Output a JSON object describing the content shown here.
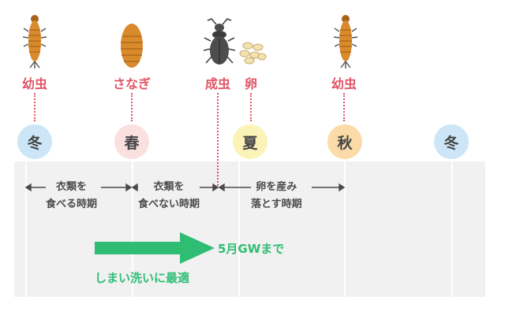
{
  "stages": [
    {
      "label": "幼虫"
    },
    {
      "label": "さなぎ"
    },
    {
      "label": "成虫"
    },
    {
      "label": "卵"
    },
    {
      "label": "幼虫"
    }
  ],
  "seasons": [
    {
      "label": "冬",
      "color": "#cde6f7"
    },
    {
      "label": "春",
      "color": "#fbe0e0"
    },
    {
      "label": "夏",
      "color": "#fcf3b8"
    },
    {
      "label": "秋",
      "color": "#fbdba8"
    },
    {
      "label": "冬",
      "color": "#cde6f7"
    }
  ],
  "periods": [
    {
      "line1": "衣類を",
      "line2": "食べる時期"
    },
    {
      "line1": "衣類を",
      "line2": "食べない時期"
    },
    {
      "line1": "卵を産み",
      "line2": "落とす時期"
    }
  ],
  "highlight": {
    "arrow_label": "5月GWまで",
    "caption": "しまい洗いに最適",
    "color": "#2fbd74"
  },
  "colors": {
    "accent": "#e15464",
    "panel": "#f1f1f1",
    "text": "#4a4a4a"
  }
}
